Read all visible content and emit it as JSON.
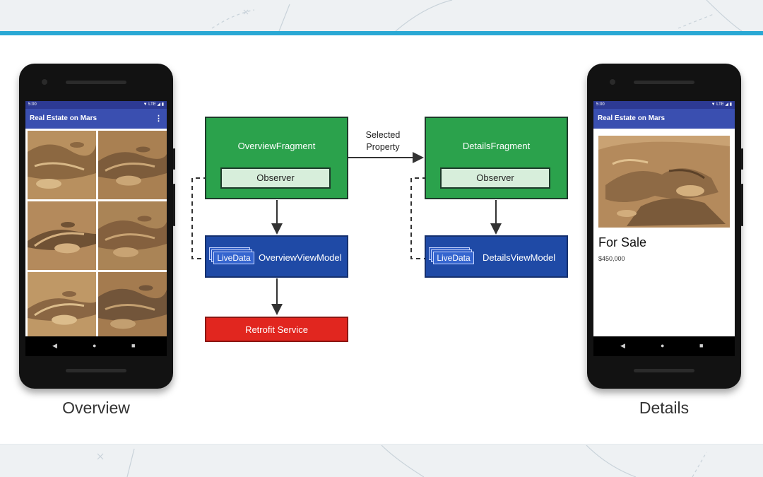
{
  "diagram": {
    "nodes": {
      "overview_fragment": "OverviewFragment",
      "overview_observer": "Observer",
      "overview_viewmodel": "OverviewViewModel",
      "overview_livedata": "LiveData",
      "retrofit_service": "Retrofit Service",
      "details_fragment": "DetailsFragment",
      "details_observer": "Observer",
      "details_viewmodel": "DetailsViewModel",
      "details_livedata": "LiveData"
    },
    "edge_label_line1": "Selected",
    "edge_label_line2": "Property",
    "edges": [
      {
        "from": "OverviewFragment",
        "to": "OverviewViewModel",
        "style": "solid"
      },
      {
        "from": "OverviewViewModel",
        "to": "Retrofit Service",
        "style": "solid"
      },
      {
        "from": "OverviewViewModel LiveData",
        "to": "Observer",
        "style": "dashed"
      },
      {
        "from": "OverviewFragment",
        "to": "DetailsFragment",
        "style": "solid",
        "label": "Selected Property"
      },
      {
        "from": "DetailsFragment",
        "to": "DetailsViewModel",
        "style": "solid"
      },
      {
        "from": "DetailsViewModel LiveData",
        "to": "Observer",
        "style": "dashed"
      }
    ],
    "colors": {
      "fragment": "#2ba24c",
      "observer": "#d7eedb",
      "viewmodel": "#1f4aa6",
      "service": "#e1261f",
      "accent": "#29a8d4"
    }
  },
  "phones": {
    "overview": {
      "caption": "Overview",
      "status_time": "5:00",
      "status_icons": "▼ LTE ◢ ▮",
      "app_title": "Real Estate on Mars",
      "menu_icon": "⋮",
      "nav": [
        "◀",
        "●",
        "■"
      ]
    },
    "details": {
      "caption": "Details",
      "status_time": "5:00",
      "status_icons": "▼ LTE ◢ ▮",
      "app_title": "Real Estate on Mars",
      "heading": "For Sale",
      "price": "$450,000",
      "nav": [
        "◀",
        "●",
        "■"
      ]
    }
  }
}
